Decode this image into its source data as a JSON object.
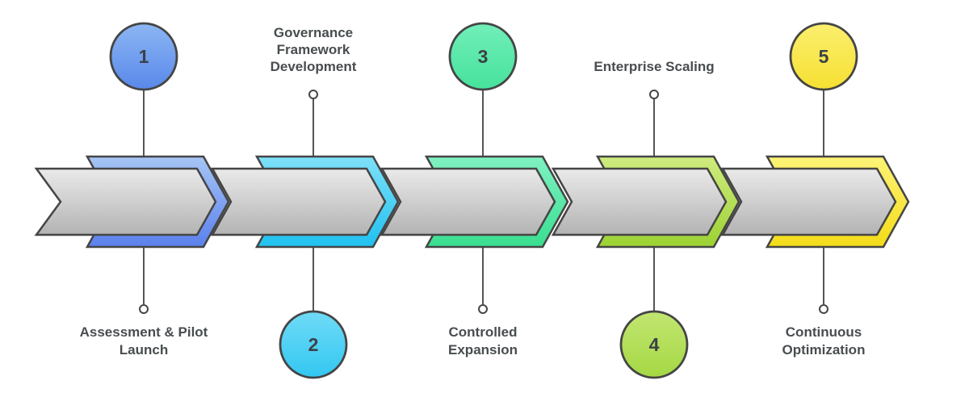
{
  "diagram": {
    "type": "process-timeline",
    "stages": [
      {
        "number": "1",
        "label": "Assessment & Pilot Launch",
        "label_lines": [
          "Assessment & Pilot",
          "Launch"
        ],
        "circle_side": "top",
        "label_side": "bottom",
        "chevron_light": "#a6c6f5",
        "chevron_dark": "#5b80ec",
        "circle_light": "#8cb6f3",
        "circle_dark": "#5988ea"
      },
      {
        "number": "2",
        "label": "Governance Framework Development",
        "label_lines": [
          "Governance",
          "Framework",
          "Development"
        ],
        "circle_side": "bottom",
        "label_side": "top",
        "chevron_light": "#7fe0f9",
        "chevron_dark": "#1fc1f0",
        "circle_light": "#70dbf7",
        "circle_dark": "#33c7f1"
      },
      {
        "number": "3",
        "label": "Controlled Expansion",
        "label_lines": [
          "Controlled",
          "Expansion"
        ],
        "circle_side": "top",
        "label_side": "bottom",
        "chevron_light": "#80f1c2",
        "chevron_dark": "#39de90",
        "circle_light": "#71efb9",
        "circle_dark": "#46e29b"
      },
      {
        "number": "4",
        "label": "Enterprise Scaling",
        "label_lines": [
          "Enterprise Scaling"
        ],
        "circle_side": "bottom",
        "label_side": "top",
        "chevron_light": "#cfec7f",
        "chevron_dark": "#9cd233",
        "circle_light": "#c2e671",
        "circle_dark": "#a5d844"
      },
      {
        "number": "5",
        "label": "Continuous Optimization",
        "label_lines": [
          "Continuous",
          "Optimization"
        ],
        "circle_side": "top",
        "label_side": "bottom",
        "chevron_light": "#fdf377",
        "chevron_dark": "#f4dc18",
        "circle_light": "#fbef6e",
        "circle_dark": "#f6e032"
      }
    ],
    "colors": {
      "outline": "#454545",
      "stem": "#555555",
      "text": "#484d4f",
      "number": "#3c4147",
      "band_light": "#eaeaea",
      "band_dark": "#b3b3b3",
      "ring_fill": "#ffffff",
      "background": "#ffffff"
    }
  }
}
